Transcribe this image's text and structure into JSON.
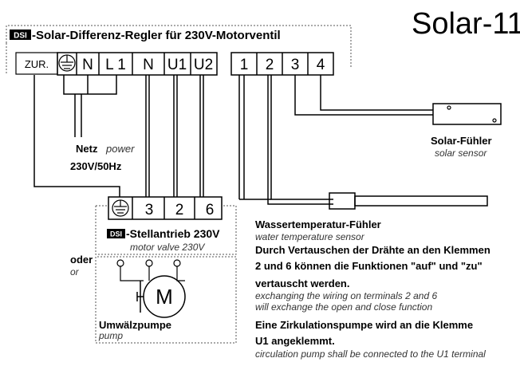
{
  "title": "Solar-11",
  "controller": {
    "logo": "DSI",
    "label": "-Solar-Differenz-Regler für 230V-Motorventil",
    "zur": "ZUR.",
    "terminals": [
      "N",
      "L 1",
      "N",
      "U1",
      "U2",
      "1",
      "2",
      "3",
      "4"
    ]
  },
  "power": {
    "label": "Netz",
    "label_en": "power",
    "spec": "230V/50Hz"
  },
  "solar_sensor": {
    "label": "Solar-Fühler",
    "label_en": "solar sensor"
  },
  "water_sensor": {
    "label": "Wassertemperatur-Fühler",
    "label_en": "water temperature sensor"
  },
  "actuator": {
    "logo": "DSI",
    "label": "-Stellantrieb 230V",
    "label_en": "motor valve 230V",
    "terminals": [
      "3",
      "2",
      "6"
    ]
  },
  "or": {
    "label": "oder",
    "label_en": "or"
  },
  "pump": {
    "motor": "M",
    "label": "Umwälzpumpe",
    "label_en": "pump"
  },
  "notes": {
    "swap_line1": "Durch Vertauschen der Drähte an den Klemmen",
    "swap_line2": "2 und 6 können die Funktionen \"auf\" und \"zu\"",
    "swap_line3": "vertauscht werden.",
    "swap_en1": "exchanging the wiring on terminals 2 and 6",
    "swap_en2": "will exchange the open and close function",
    "pump_line1": "Eine Zirkulationspumpe wird an die Klemme",
    "pump_line2": "U1 angeklemmt.",
    "pump_en": "circulation pump shall be connected to the U1 terminal"
  }
}
